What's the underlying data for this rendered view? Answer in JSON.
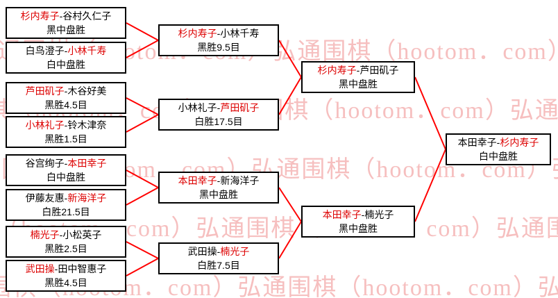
{
  "watermark": {
    "row_text": "弘通围棋（hootom．com）弘通围棋（hootom．com）弘通围棋",
    "color": "#f6bfbf"
  },
  "bracket": {
    "sep": "-",
    "winner_color": "#dd0000",
    "line_color": "#ff0000",
    "rounds": [
      {
        "name": "round-1",
        "matches": [
          {
            "p1": "杉内寿子",
            "p2": "谷村久仁子",
            "result": "黑中盘胜",
            "winner": "p1"
          },
          {
            "p1": "白鸟澄子",
            "p2": "小林千寿",
            "result": "白中盘胜",
            "winner": "p2"
          },
          {
            "p1": "芦田矶子",
            "p2": "木谷好美",
            "result": "黑胜4.5目",
            "winner": "p1"
          },
          {
            "p1": "小林礼子",
            "p2": "铃木津奈",
            "result": "黑胜1.5目",
            "winner": "p1"
          },
          {
            "p1": "谷宫绚子",
            "p2": "本田幸子",
            "result": "白中盘胜",
            "winner": "p2"
          },
          {
            "p1": "伊藤友惠",
            "p2": "新海洋子",
            "result": "白胜21.5目",
            "winner": "p2"
          },
          {
            "p1": "楠光子",
            "p2": "小松英子",
            "result": "黑胜2.5目",
            "winner": "p1"
          },
          {
            "p1": "武田操",
            "p2": "田中智惠子",
            "result": "黑胜4.5目",
            "winner": "p1"
          }
        ]
      },
      {
        "name": "round-2",
        "matches": [
          {
            "p1": "杉内寿子",
            "p2": "小林千寿",
            "result": "黑胜9.5目",
            "winner": "p1"
          },
          {
            "p1": "小林礼子",
            "p2": "芦田矶子",
            "result": "白胜17.5目",
            "winner": "p2"
          },
          {
            "p1": "本田幸子",
            "p2": "新海洋子",
            "result": "黑中盘胜",
            "winner": "p1"
          },
          {
            "p1": "武田操",
            "p2": "楠光子",
            "result": "白胜7.5目",
            "winner": "p2"
          }
        ]
      },
      {
        "name": "semifinal",
        "matches": [
          {
            "p1": "杉内寿子",
            "p2": "芦田矶子",
            "result": "黑中盘胜",
            "winner": "p1"
          },
          {
            "p1": "本田幸子",
            "p2": "楠光子",
            "result": "黑中盘胜",
            "winner": "p1"
          }
        ]
      },
      {
        "name": "final",
        "matches": [
          {
            "p1": "本田幸子",
            "p2": "杉内寿子",
            "result": "白中盘胜",
            "winner": "p2"
          }
        ]
      }
    ]
  }
}
